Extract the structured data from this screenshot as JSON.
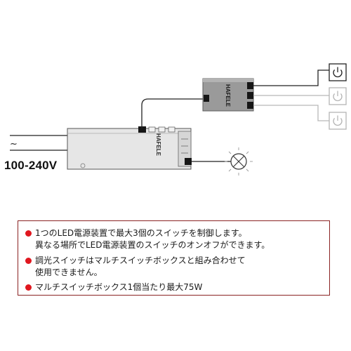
{
  "diagram": {
    "supply_voltage": "100-240V",
    "ac_symbol": "~",
    "power_supply_brand": "HAFELE",
    "switchbox_brand": "HAFELE",
    "switch_icon": "power-icon",
    "lamp_icon": "lamp-icon",
    "colors": {
      "device_fill": "#e6e6e6",
      "switchbox_fill": "#9a9a9a",
      "connector": "#161616",
      "active_switch": "#222222",
      "inactive_switch": "#b5b5b5",
      "note_border": "#8a2323",
      "bullet": "#e0171f"
    }
  },
  "notes": [
    {
      "lines": [
        "1つのLED電源装置で最大3個のスイッチを制御します。",
        "異なる場所でLED電源装置のスイッチのオンオフができます。"
      ]
    },
    {
      "lines": [
        "調光スイッチはマルチスイッチボックスと組み合わせて",
        "使用できません。"
      ]
    },
    {
      "lines": [
        "マルチスイッチボックス1個当たり最大75W"
      ]
    }
  ]
}
